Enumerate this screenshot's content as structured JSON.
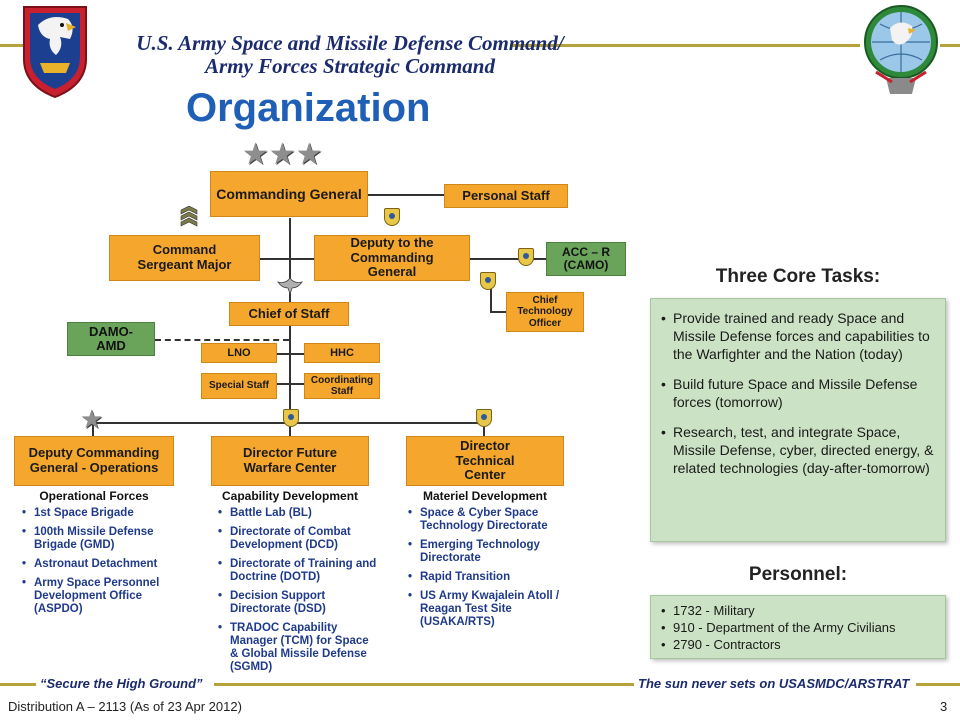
{
  "header": {
    "title_line1": "U.S. Army Space and Missile Defense Command/",
    "title_line2": "Army Forces Strategic Command",
    "page_title": "Organization"
  },
  "org": {
    "commanding_general": "Commanding General",
    "personal_staff": "Personal Staff",
    "command_sergeant_major": "Command Sergeant Major",
    "deputy_commanding_general": "Deputy to the Commanding General",
    "acc_r": "ACC – R (CAMO)",
    "cto": "Chief Technology Officer",
    "chief_of_staff": "Chief of Staff",
    "damo_amd": "DAMO-AMD",
    "lno": "LNO",
    "hhc": "HHC",
    "special_staff": "Special Staff",
    "coordinating_staff": "Coordinating Staff",
    "dcg_ops": "Deputy Commanding General - Operations",
    "dir_fwc": "Director Future Warfare Center",
    "dir_tc": "Director Technical Center"
  },
  "columns": [
    {
      "title": "Operational Forces",
      "items": [
        "1st Space Brigade",
        "100th Missile Defense Brigade (GMD)",
        "Astronaut Detachment",
        "Army Space Personnel Development Office (ASPDO)"
      ]
    },
    {
      "title": "Capability Development",
      "items": [
        "Battle Lab (BL)",
        "Directorate of Combat Development (DCD)",
        "Directorate of Training and Doctrine (DOTD)",
        "Decision Support Directorate (DSD)",
        "TRADOC Capability Manager (TCM) for Space & Global Missile Defense (SGMD)"
      ]
    },
    {
      "title": "Materiel Development",
      "items": [
        "Space & Cyber Space Technology Directorate",
        "Emerging Technology Directorate",
        "Rapid Transition",
        "US Army Kwajalein Atoll / Reagan Test Site (USAKA/RTS)"
      ]
    }
  ],
  "tasks": {
    "title": "Three Core Tasks:",
    "items": [
      "Provide trained and ready Space and Missile Defense forces and capabilities to the Warfighter and the Nation (today)",
      "Build future Space and Missile Defense forces (tomorrow)",
      "Research, test, and integrate Space, Missile Defense, cyber, directed energy, & related technologies (day-after-tomorrow)"
    ]
  },
  "personnel": {
    "title": "Personnel:",
    "items": [
      "1732 - Military",
      "910 - Department of the Army Civilians",
      "2790 - Contractors"
    ]
  },
  "footer": {
    "left_quote": "“Secure the High Ground”",
    "right_quote": "The sun never sets on USASMDC/ARSTRAT",
    "distribution": "Distribution A – 2113 (As of 23 Apr 2012)",
    "page_number": "3"
  },
  "colors": {
    "orange": "#f4a72c",
    "green": "#6aa45a",
    "panel": "#cbe2c4",
    "title_blue": "#1f5fb5",
    "navy": "#1b2b6e",
    "gold_line": "#b5a23a"
  }
}
